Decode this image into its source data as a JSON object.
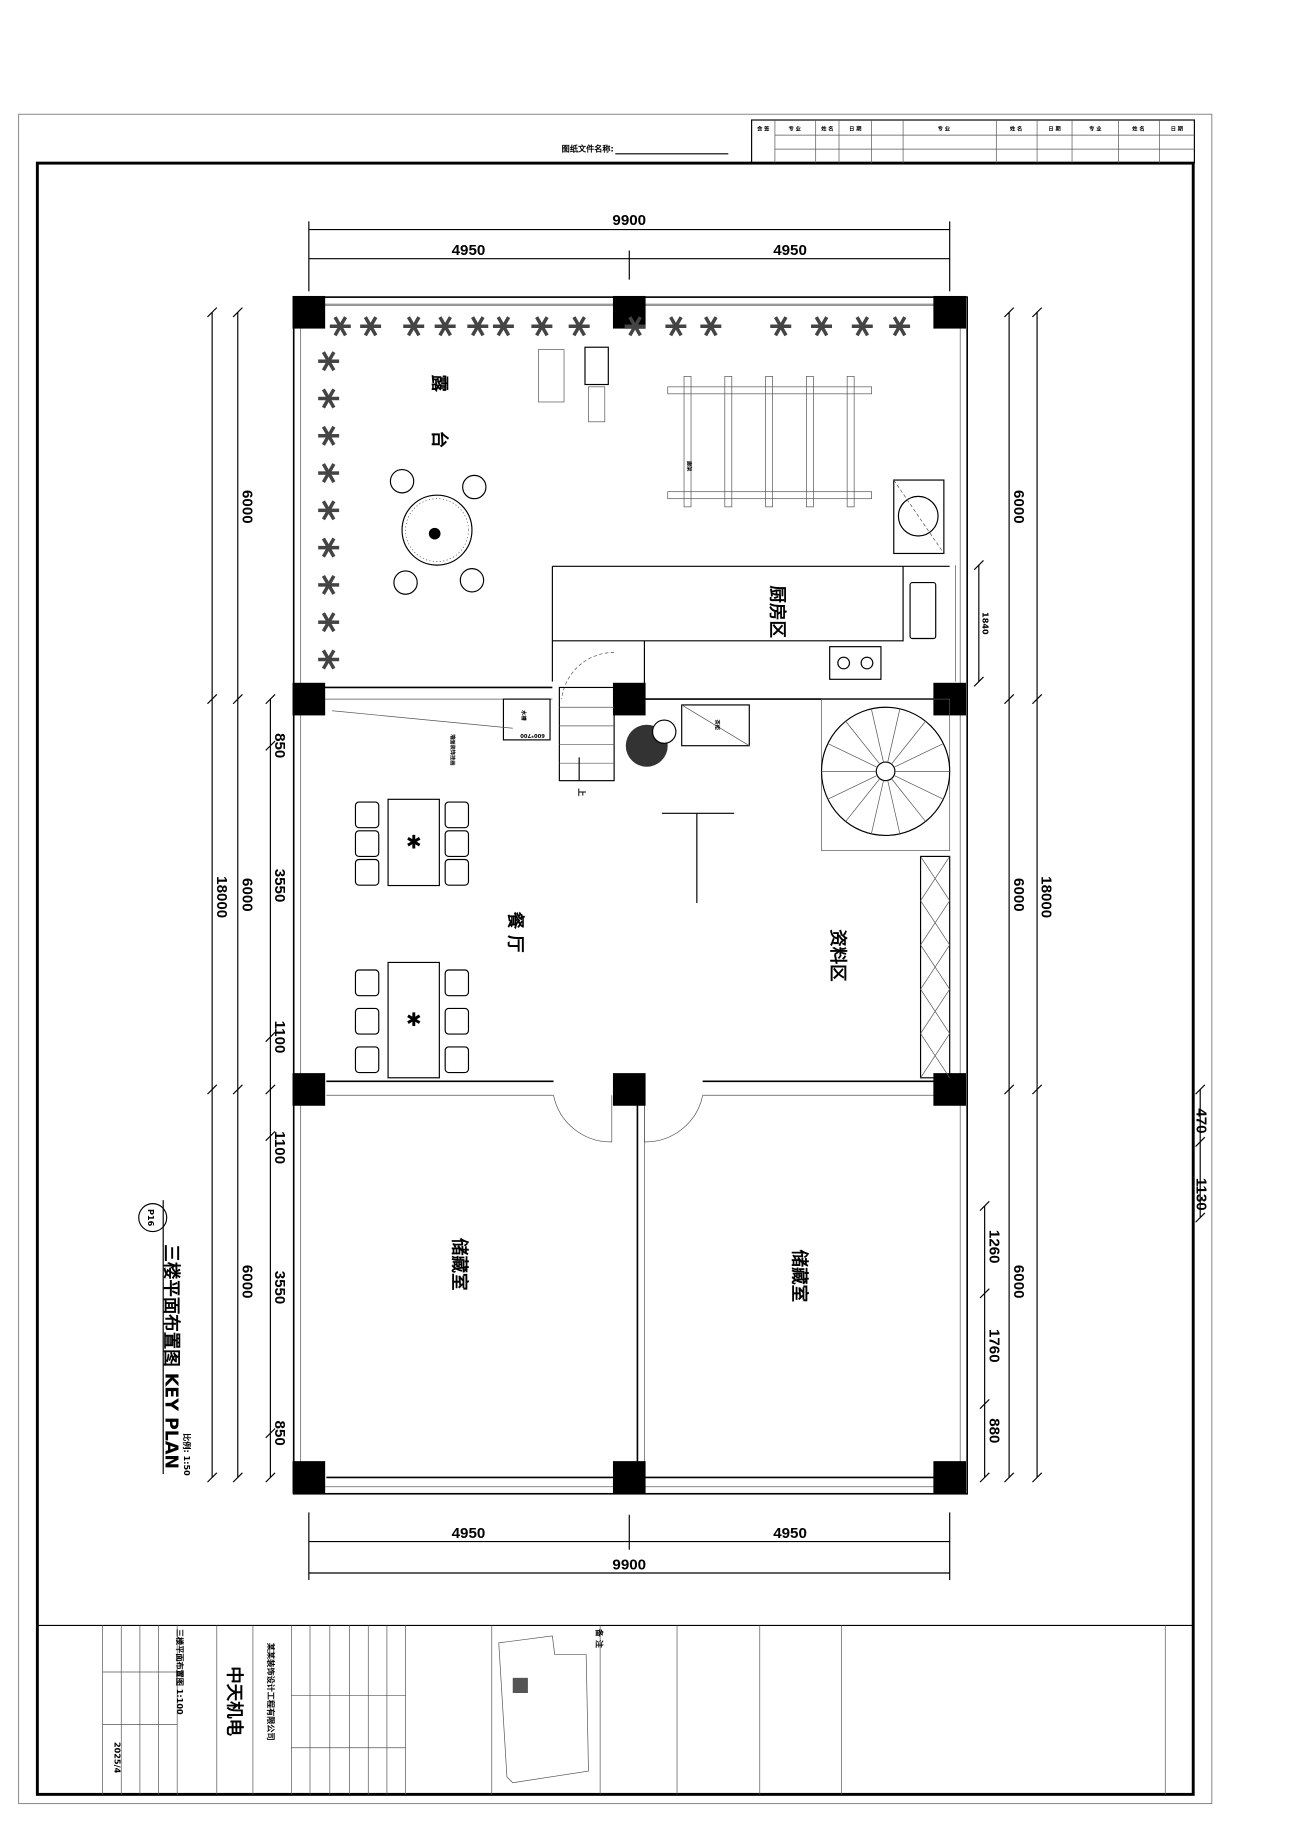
{
  "header": {
    "file_name_label": "图纸文件名称:",
    "sign_table": [
      "会 签",
      "专 业",
      "姓 名",
      "日 期",
      "专 业",
      "姓 名",
      "日 期",
      "专 业",
      "姓 名",
      "日 期"
    ]
  },
  "dimensions": {
    "top_total": "9900",
    "top_left": "4950",
    "top_right": "4950",
    "bottom_total": "9900",
    "bottom_left": "4950",
    "bottom_right": "4950",
    "left_total": "18000",
    "left_bays": [
      "6000",
      "6000",
      "6000"
    ],
    "left_sub_mid": [
      "850",
      "3550",
      "1100"
    ],
    "left_sub_low": [
      "1100",
      "3550",
      "850"
    ],
    "right_total": "18000",
    "right_bays": [
      "6000",
      "6000",
      "6000"
    ],
    "right_kitchen": "1840",
    "right_sub_low": [
      "1260",
      "1760",
      "880"
    ],
    "far_right": [
      "470",
      "1130"
    ]
  },
  "rooms": {
    "terrace": "露 台",
    "kitchen": "厨房区",
    "dining": "餐 厅",
    "archive": "资料区",
    "storage_left": "储藏室",
    "storage_right": "储藏室",
    "pergola": "廊架",
    "sink": "水槽",
    "sink_size": "600*700",
    "tea_cabinet": "茶柜",
    "stair_up": "上",
    "wall_note": "墙面装饰挂画"
  },
  "caption": {
    "ref": "P16",
    "title": "三楼平面布置图  KEY PLAN",
    "scale": "比例: 1:50"
  },
  "title_block": {
    "drawing_name": "三楼平面布置图 1:100",
    "project": "中天机电",
    "company": "某某装饰设计工程有限公司",
    "date": "2025/4",
    "notes_label": "备 注"
  }
}
